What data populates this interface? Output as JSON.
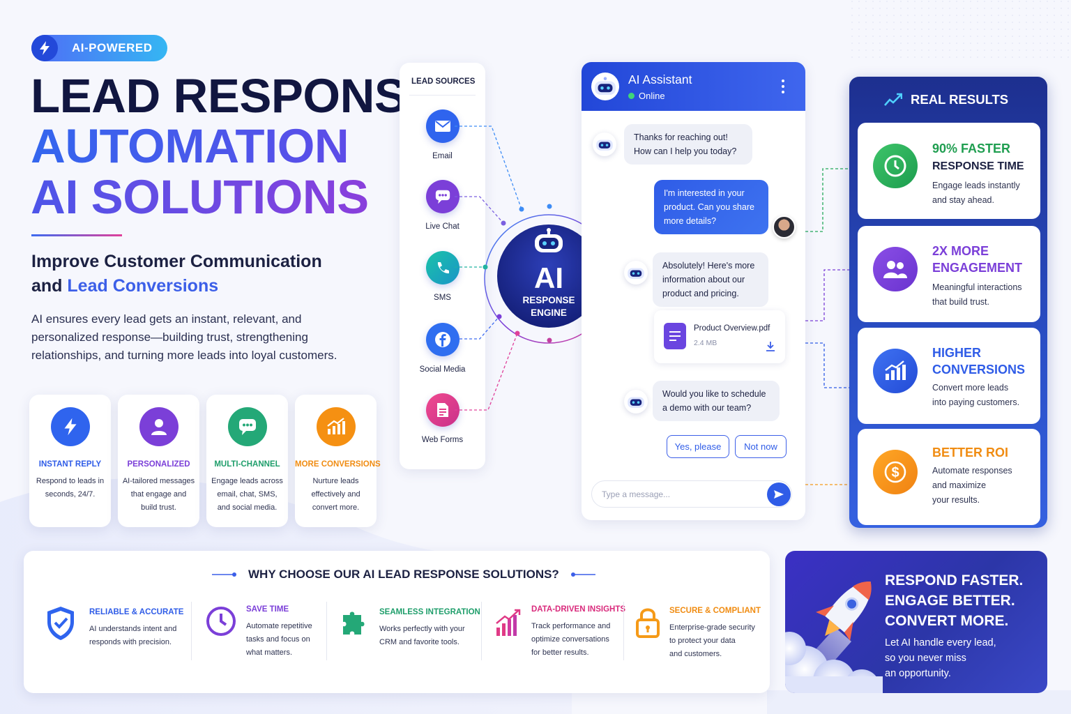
{
  "header": {
    "badge": "AI-POWERED",
    "line1": "LEAD RESPONSE",
    "line2": "AUTOMATION",
    "line3": "AI SOLUTIONS",
    "subtitle_a": "Improve Customer Communication",
    "subtitle_b": "and ",
    "subtitle_c": "Lead Conversions",
    "body1": "AI ensures every lead gets an instant, relevant, and",
    "body2": "personalized response—building trust, strengthening",
    "body3": "relationships, and turning more leads into loyal customers."
  },
  "features": [
    {
      "icon": "lightning-icon",
      "title": "INSTANT REPLY",
      "color": "#2f5ce7",
      "desc": "Respond to leads in seconds, 24/7."
    },
    {
      "icon": "person-icon",
      "title": "PERSONALIZED",
      "color": "#7b3fd8",
      "desc": "AI-tailored messages that engage and build trust."
    },
    {
      "icon": "chat-icon",
      "title": "MULTI-CHANNEL",
      "color": "#1f9e6b",
      "desc": "Engage leads across email, chat, SMS, and social media."
    },
    {
      "icon": "growth-chart-icon",
      "title": "MORE CONVERSIONS",
      "color": "#f08c12",
      "desc": "Nurture leads effectively and convert more."
    }
  ],
  "sources": {
    "title": "LEAD SOURCES",
    "items": [
      {
        "label": "Email",
        "icon": "envelope-icon",
        "color": "#2f64ee"
      },
      {
        "label": "Live Chat",
        "icon": "chat-dots-icon",
        "color": "#7b3fd8"
      },
      {
        "label": "SMS",
        "icon": "phone-icon",
        "color": "#17b3a3"
      },
      {
        "label": "Social Media",
        "icon": "facebook-icon",
        "color": "#2f6ef0"
      },
      {
        "label": "Web Forms",
        "icon": "form-icon",
        "color": "#e53c8a"
      }
    ]
  },
  "engine": {
    "ai": "AI",
    "line1": "RESPONSE",
    "line2": "ENGINE"
  },
  "chat": {
    "title": "AI Assistant",
    "status": "Online",
    "m1a": "Thanks for reaching out!",
    "m1b": "How can I help you today?",
    "m2a": "I'm interested in your",
    "m2b": "product. Can you share",
    "m2c": "more details?",
    "m3a": "Absolutely! Here's more",
    "m3b": "information about our",
    "m3c": "product and pricing.",
    "file_name": "Product Overview.pdf",
    "file_size": "2.4 MB",
    "m4a": "Would you like to schedule",
    "m4b": "a demo with our team?",
    "btn_yes": "Yes, please",
    "btn_no": "Not now",
    "placeholder": "Type a message..."
  },
  "results": {
    "title": "REAL RESULTS",
    "items": [
      {
        "t1": "90% FASTER",
        "t2": "RESPONSE TIME",
        "c1": "#1f9e50",
        "c2": "#1c2142",
        "d1": "Engage leads instantly",
        "d2": "and stay ahead.",
        "d3": "",
        "icon": "clock-icon",
        "color": "#22a85a"
      },
      {
        "t1": "2X MORE",
        "t2": "ENGAGEMENT",
        "c1": "#7b3fd8",
        "c2": "#7b3fd8",
        "d1": "Meaningful interactions",
        "d2": "that build trust.",
        "d3": "",
        "icon": "people-icon",
        "color": "#7b3fd8"
      },
      {
        "t1": "HIGHER",
        "t2": "CONVERSIONS",
        "c1": "#2f5ce7",
        "c2": "#2f5ce7",
        "d1": "Convert more leads",
        "d2": "into paying customers.",
        "d3": "",
        "icon": "bar-chart-icon",
        "color": "#2f5ce7"
      },
      {
        "t1": "BETTER ROI",
        "t2": "",
        "c1": "#f08c12",
        "c2": "#f08c12",
        "d1": "Automate responses",
        "d2": "and maximize",
        "d3": "your results.",
        "icon": "dollar-icon",
        "color": "#f59a18"
      }
    ]
  },
  "why": {
    "title": "WHY CHOOSE OUR AI LEAD RESPONSE SOLUTIONS?",
    "items": [
      {
        "title": "RELIABLE & ACCURATE",
        "color": "#2f5ce7",
        "d1": "AI understands intent and",
        "d2": "responds with precision.",
        "d3": "",
        "icon": "shield-check-icon"
      },
      {
        "title": "SAVE TIME",
        "color": "#7b3fd8",
        "d1": "Automate repetitive",
        "d2": "tasks and focus on",
        "d3": "what matters.",
        "icon": "clock-icon"
      },
      {
        "title": "SEAMLESS INTEGRATION",
        "color": "#1f9e6b",
        "d1": "Works perfectly with your",
        "d2": "CRM and favorite tools.",
        "d3": "",
        "icon": "puzzle-icon"
      },
      {
        "title": "DATA-DRIVEN INSIGHTS",
        "color": "#d92b7c",
        "d1": "Track performance and",
        "d2": "optimize conversations",
        "d3": "for better results.",
        "icon": "bar-chart-icon"
      },
      {
        "title": "SECURE & COMPLIANT",
        "color": "#f08c12",
        "d1": "Enterprise-grade security",
        "d2": "to protect your data",
        "d3": "and customers.",
        "icon": "lock-icon"
      }
    ]
  },
  "cta": {
    "l1": "RESPOND FASTER.",
    "l2": "ENGAGE BETTER.",
    "l3": "CONVERT MORE.",
    "d1": "Let AI handle every lead,",
    "d2": "so you never miss",
    "d3": "an opportunity."
  }
}
